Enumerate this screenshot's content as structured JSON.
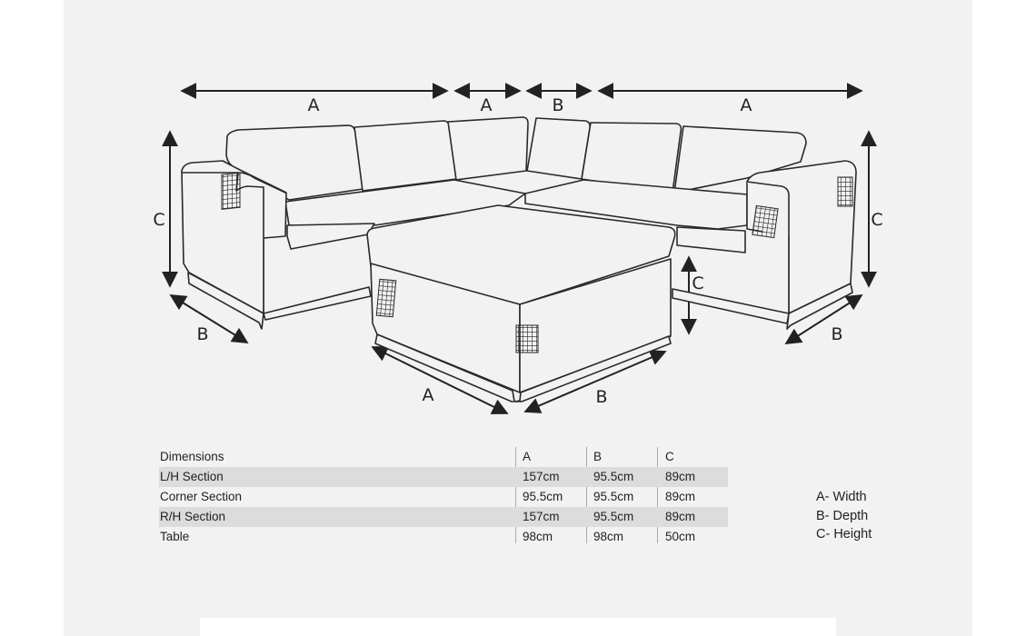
{
  "dimension_labels": {
    "top": [
      "A",
      "A",
      "B",
      "A"
    ],
    "left_height": "C",
    "left_depth": "B",
    "right_height": "C",
    "right_depth": "B",
    "table_height": "C",
    "table_width": "A",
    "table_depth": "B"
  },
  "table": {
    "headers": [
      "Dimensions",
      "A",
      "B",
      "C"
    ],
    "rows": [
      [
        "L/H Section",
        "157cm",
        "95.5cm",
        "89cm"
      ],
      [
        "Corner Section",
        "95.5cm",
        "95.5cm",
        "89cm"
      ],
      [
        "R/H Section",
        "157cm",
        "95.5cm",
        "89cm"
      ],
      [
        "Table",
        "98cm",
        "98cm",
        "50cm"
      ]
    ]
  },
  "legend": [
    "A- Width",
    "B- Depth",
    "C- Height"
  ]
}
